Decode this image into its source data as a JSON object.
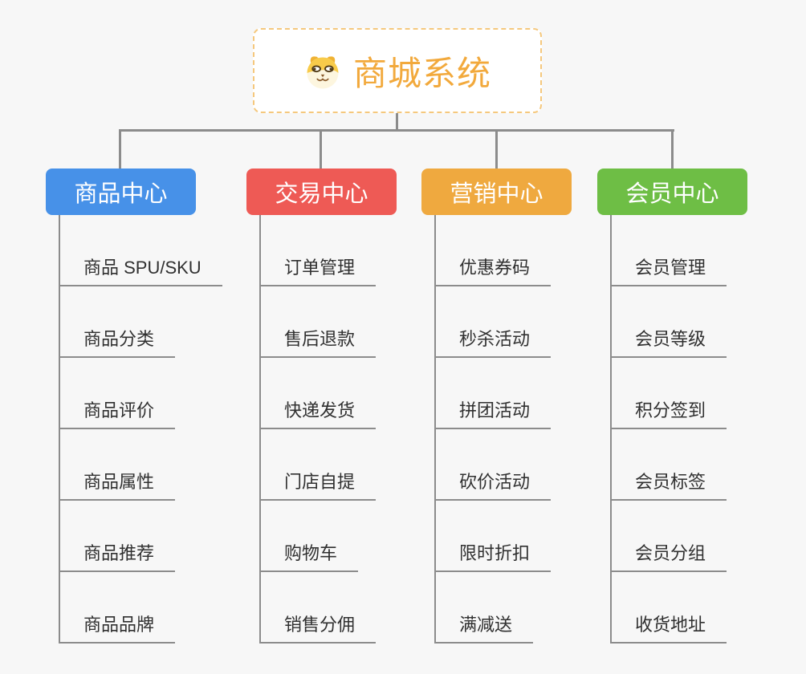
{
  "diagram": {
    "theme": {
      "bg": "#f7f7f7",
      "line": "#8c8c8c",
      "root-text": "#f2a93c",
      "root-border": "#f5c87d",
      "leaf-text": "#303030"
    },
    "root": {
      "label": "商城系统",
      "icon": "shiba-dog-icon"
    },
    "branches": [
      {
        "label": "商品中心",
        "color": "#4791e8",
        "children": [
          "商品 SPU/SKU",
          "商品分类",
          "商品评价",
          "商品属性",
          "商品推荐",
          "商品品牌"
        ]
      },
      {
        "label": "交易中心",
        "color": "#ee5a55",
        "children": [
          "订单管理",
          "售后退款",
          "快递发货",
          "门店自提",
          "购物车",
          "销售分佣"
        ]
      },
      {
        "label": "营销中心",
        "color": "#efa93f",
        "children": [
          "优惠券码",
          "秒杀活动",
          "拼团活动",
          "砍价活动",
          "限时折扣",
          "满减送"
        ]
      },
      {
        "label": "会员中心",
        "color": "#6ebe45",
        "children": [
          "会员管理",
          "会员等级",
          "积分签到",
          "会员标签",
          "会员分组",
          "收货地址"
        ]
      }
    ]
  }
}
